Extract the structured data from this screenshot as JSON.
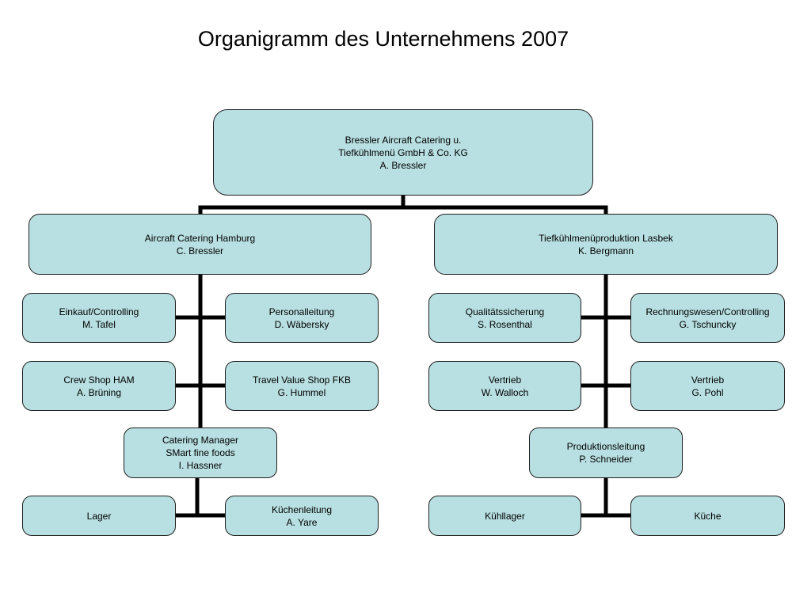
{
  "title": "Organigramm des Unternehmens 2007",
  "colors": {
    "box_fill": "#b8dfe1",
    "box_border": "#1f1f1f",
    "connector": "#000000"
  },
  "org": {
    "root": {
      "lines": [
        "Bressler Aircraft Catering u.",
        "Tiefkühlmenü GmbH & Co. KG",
        "A. Bressler"
      ]
    },
    "hamburg": {
      "head": {
        "lines": [
          "Aircraft Catering Hamburg",
          "C. Bressler"
        ]
      },
      "einkauf": {
        "lines": [
          "Einkauf/Controlling",
          "M. Tafel"
        ]
      },
      "personal": {
        "lines": [
          "Personalleitung",
          "D. Wäbersky"
        ]
      },
      "crewshop": {
        "lines": [
          "Crew Shop HAM",
          "A. Brüning"
        ]
      },
      "travel": {
        "lines": [
          "Travel Value Shop FKB",
          "G. Hummel"
        ]
      },
      "catering": {
        "lines": [
          "Catering Manager",
          "SMart fine foods",
          "I. Hassner"
        ]
      },
      "lager": {
        "lines": [
          "Lager"
        ]
      },
      "kuechenleitung": {
        "lines": [
          "Küchenleitung",
          "A. Yare"
        ]
      }
    },
    "lasbek": {
      "head": {
        "lines": [
          "Tiefkühlmenüproduktion Lasbek",
          "K. Bergmann"
        ]
      },
      "qualitaet": {
        "lines": [
          "Qualitätssicherung",
          "S. Rosenthal"
        ]
      },
      "rechnung": {
        "lines": [
          "Rechnungswesen/Controlling",
          "G. Tschuncky"
        ]
      },
      "vertrieb1": {
        "lines": [
          "Vertrieb",
          "W. Walloch"
        ]
      },
      "vertrieb2": {
        "lines": [
          "Vertrieb",
          "G. Pohl"
        ]
      },
      "produktion": {
        "lines": [
          "Produktionsleitung",
          "P. Schneider"
        ]
      },
      "kuehllager": {
        "lines": [
          "Kühllager"
        ]
      },
      "kueche": {
        "lines": [
          "Küche"
        ]
      }
    }
  }
}
